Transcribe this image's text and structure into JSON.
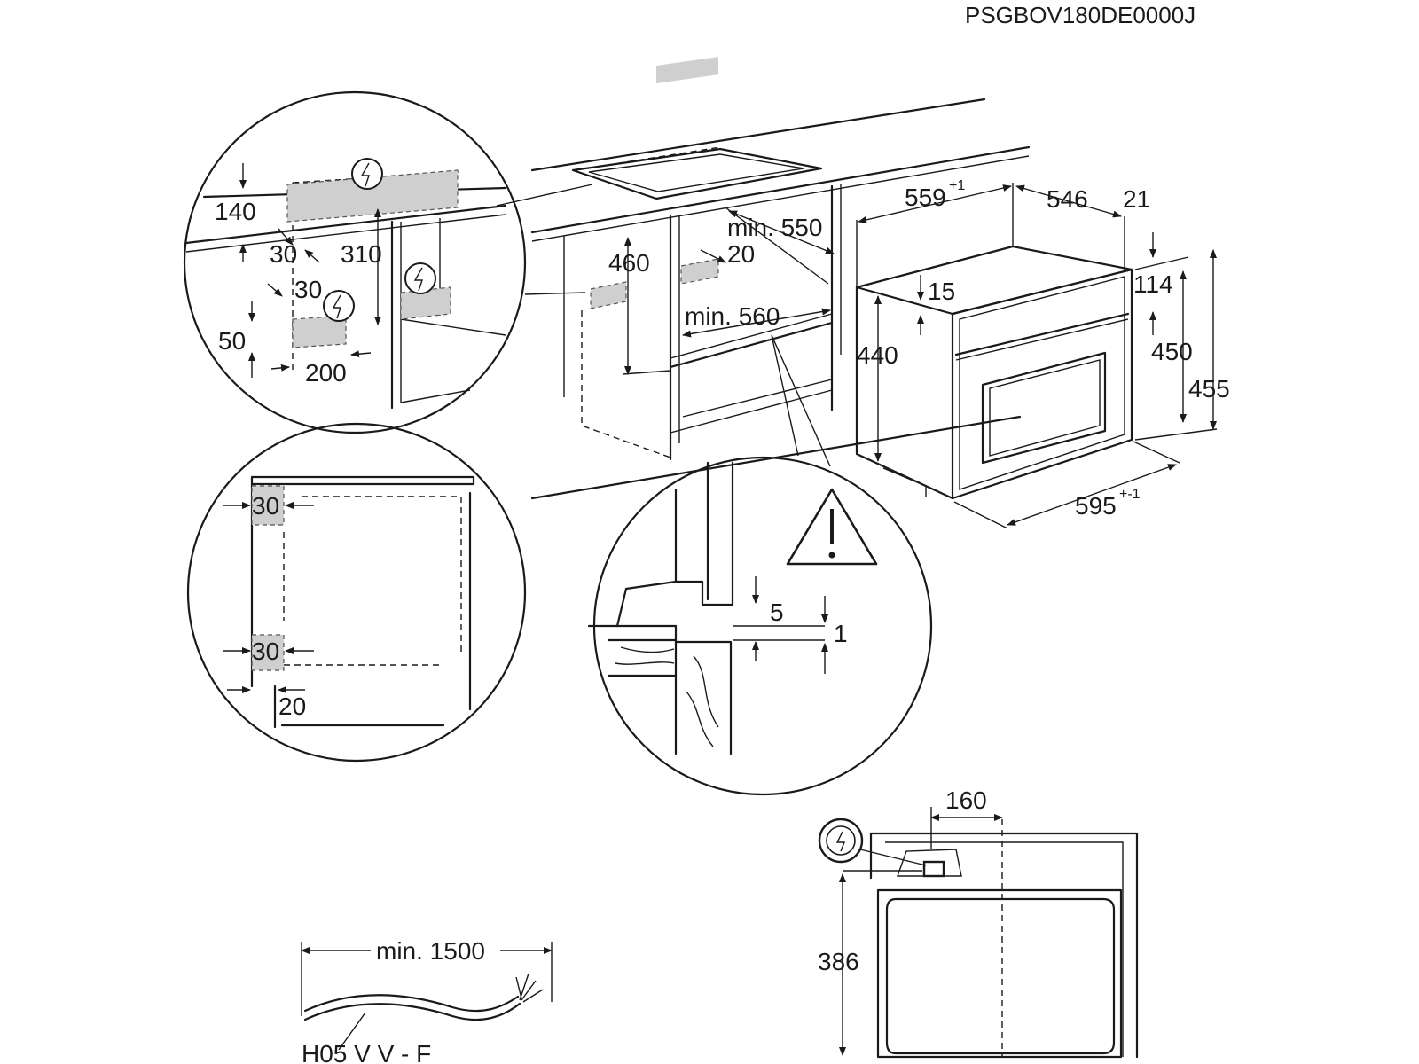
{
  "code": "PSGBOV180DE0000J",
  "cabinet": {
    "depth_min": "min. 550",
    "gap": "20",
    "width_min": "min. 560",
    "height": "460"
  },
  "oven": {
    "width_top": "559",
    "width_top_tol": "+1",
    "depth": "546",
    "front": "21",
    "top_offset": "15",
    "panel_h": "114",
    "body_h": "440",
    "inner_h": "450",
    "total_h": "455",
    "width_front": "595",
    "width_front_tol": "+-1"
  },
  "detail_connection": {
    "d140": "140",
    "d30a": "30",
    "d310": "310",
    "d30b": "30",
    "d50": "50",
    "d200": "200"
  },
  "detail_side": {
    "gap_top": "30",
    "gap_bottom": "30",
    "gap_side": "20"
  },
  "detail_floor": {
    "d5": "5",
    "d1": "1"
  },
  "rear_view": {
    "d160": "160",
    "d386": "386"
  },
  "cable": {
    "length": "min. 1500",
    "type": "H05 V V - F"
  },
  "icons": [
    "electric-connection-icon",
    "warning-triangle-icon"
  ]
}
